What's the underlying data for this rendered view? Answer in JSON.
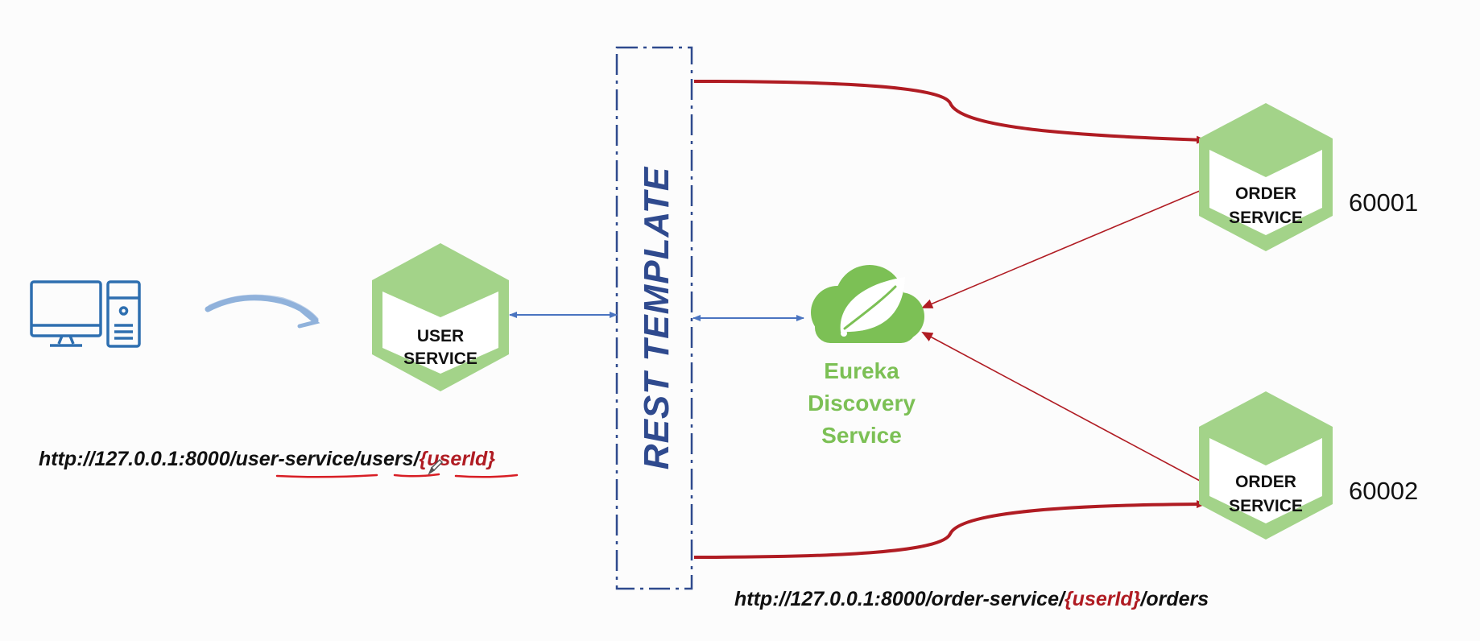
{
  "client": {
    "icon": "desktop-computer-icon"
  },
  "user_service": {
    "line1": "USER",
    "line2": "SERVICE"
  },
  "rest_template": {
    "label": "REST TEMPLATE"
  },
  "eureka": {
    "icon": "spring-leaf-cloud-icon",
    "line1": "Eureka",
    "line2": "Discovery",
    "line3": "Service"
  },
  "order_service_1": {
    "line1": "ORDER",
    "line2": "SERVICE",
    "port": "60001"
  },
  "order_service_2": {
    "line1": "ORDER",
    "line2": "SERVICE",
    "port": "60002"
  },
  "user_url": {
    "prefix": "http://127.0.0.1:8000/",
    "service": "user-service",
    "sep1": "/",
    "resource": "users",
    "sep2": "/",
    "param": "{userId}"
  },
  "order_url": {
    "prefix": "http://127.0.0.1:8000/order-service/",
    "param": "{userId}",
    "suffix": "/orders"
  },
  "colors": {
    "hex_green": "#a3d389",
    "eureka_green": "#7cc055",
    "arrow_red": "#b01c23",
    "arrow_blue": "#4a74c0",
    "rest_blue": "#2f4a8e",
    "computer_blue": "#2e6fb0"
  }
}
